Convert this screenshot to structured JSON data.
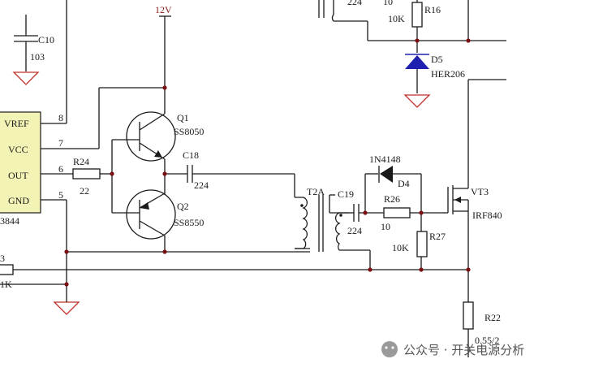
{
  "supply": "12V",
  "ic": {
    "name": "3844",
    "pins": [
      {
        "name": "VREF",
        "num": "8"
      },
      {
        "name": "VCC",
        "num": "7"
      },
      {
        "name": "OUT",
        "num": "6"
      },
      {
        "name": "GND",
        "num": "5"
      }
    ]
  },
  "components": {
    "c10": {
      "ref": "C10",
      "value": "103"
    },
    "q1": {
      "ref": "Q1",
      "value": "SS8050"
    },
    "q2": {
      "ref": "Q2",
      "value": "SS8550"
    },
    "r24": {
      "ref": "R24",
      "value": "22"
    },
    "c18": {
      "ref": "C18",
      "value": "224"
    },
    "t2a": {
      "ref": "T2A"
    },
    "c19": {
      "ref": "C19",
      "value": "224"
    },
    "d4": {
      "ref": "D4",
      "value": "1N4148"
    },
    "r26": {
      "ref": "R26",
      "value": "10"
    },
    "r27": {
      "ref": "R27",
      "value": "10K"
    },
    "vt3": {
      "ref": "VT3",
      "value": "IRF840"
    },
    "r16": {
      "ref": "R16",
      "value": "10K"
    },
    "d5": {
      "ref": "D5",
      "value": "HER206"
    },
    "r22": {
      "ref": "R22",
      "value": "0.55/2"
    },
    "top_cap_value": "224",
    "top_partial": "10",
    "left_resistor_ref": "3",
    "left_resistor_value": "1K"
  },
  "watermark": "公众号 · 开关电源分析",
  "colors": {
    "wire": "#1a1a1a",
    "ic_fill": "#f3f3b6",
    "ground": "#c0302a",
    "diode_d5": "#2020b0",
    "junction": "#7a1010"
  }
}
